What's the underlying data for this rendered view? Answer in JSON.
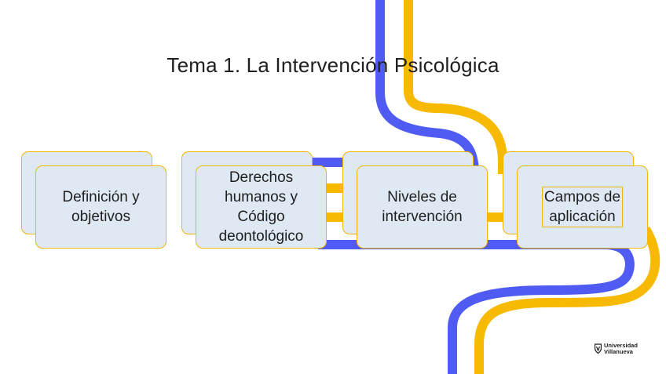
{
  "slide": {
    "title": "Tema 1. La Intervención Psicológica"
  },
  "cards": [
    {
      "label": "Definición y\nobjetivos"
    },
    {
      "label": "Derechos\nhumanos y\nCódigo\ndeontológico"
    },
    {
      "label": "Niveles de\nintervención"
    },
    {
      "label": "Campos de\naplicación"
    }
  ],
  "logo": {
    "text": "Universidad\nVillanueva",
    "icon": "university-shield-icon"
  },
  "colors": {
    "blue": "#4f5bf2",
    "yellow": "#f7b902",
    "card_fill": "#dfe9f3",
    "card_border": "#f2b705"
  }
}
